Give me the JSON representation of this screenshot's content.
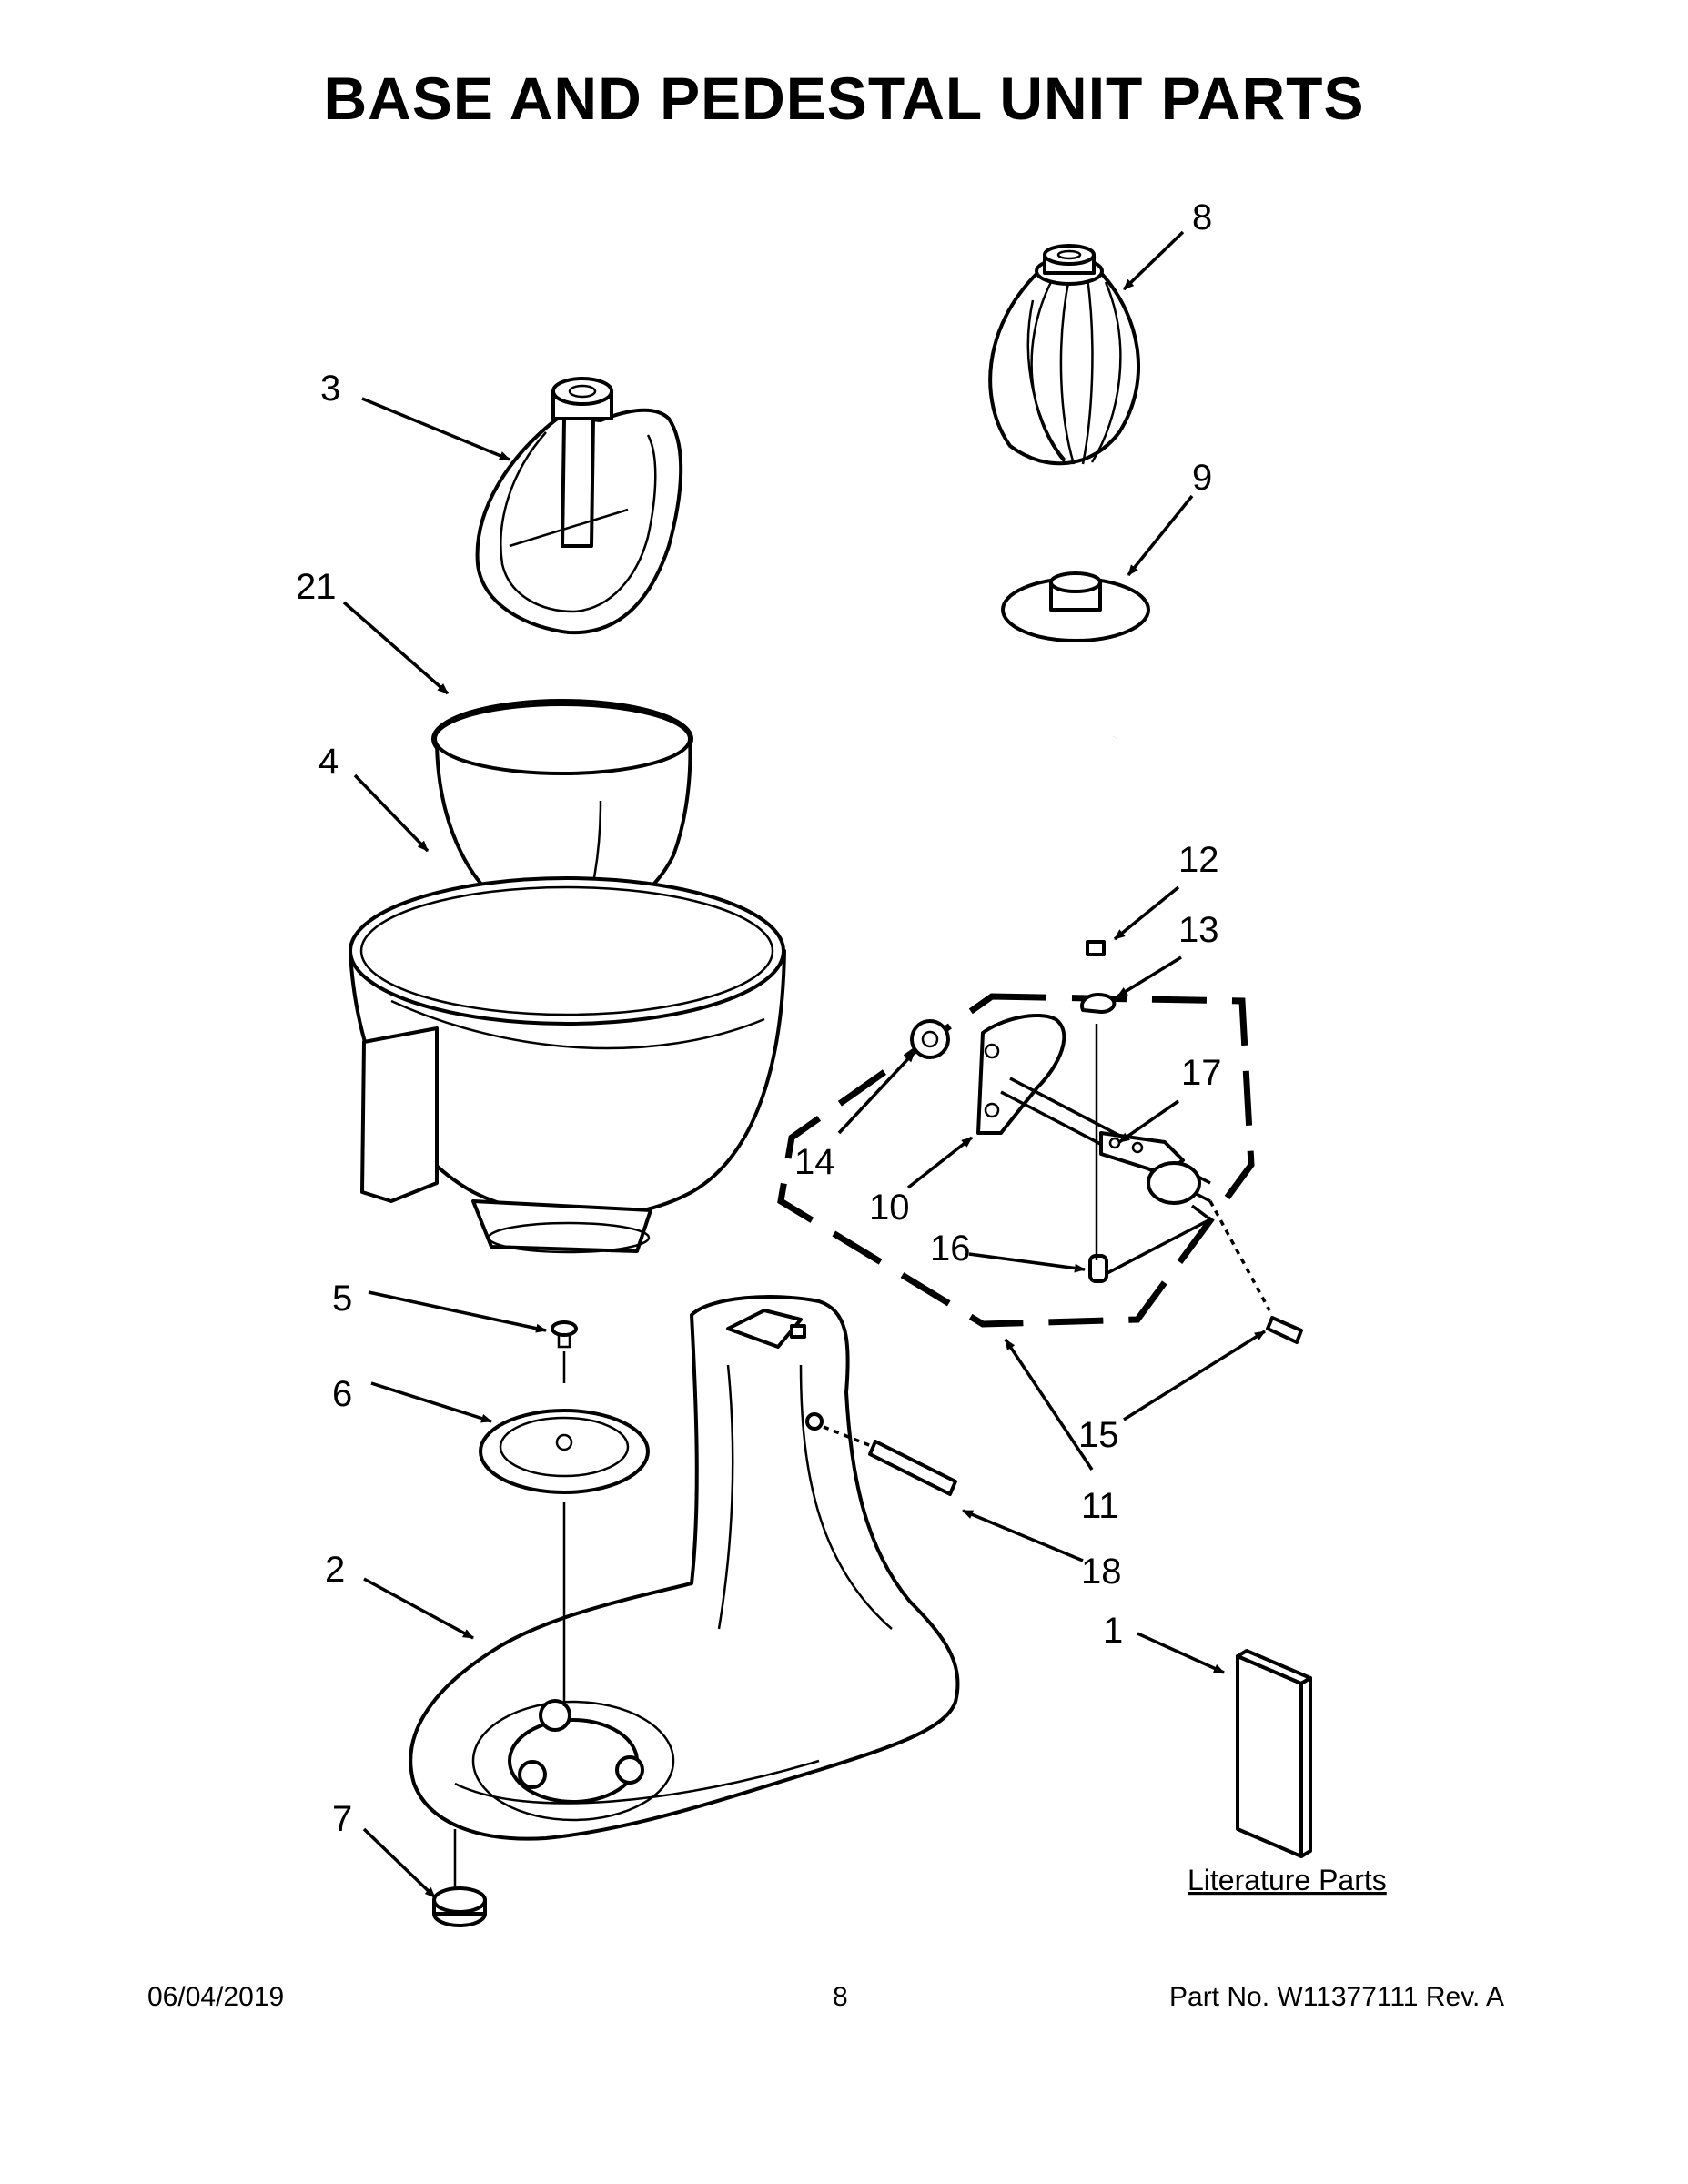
{
  "title": "BASE AND PEDESTAL UNIT PARTS",
  "callouts": {
    "c1": "1",
    "c2": "2",
    "c3": "3",
    "c4": "4",
    "c5": "5",
    "c6": "6",
    "c7": "7",
    "c8": "8",
    "c9": "9",
    "c10": "10",
    "c11": "11",
    "c12": "12",
    "c13": "13",
    "c14": "14",
    "c15": "15",
    "c16": "16",
    "c17": "17",
    "c18": "18",
    "c21": "21"
  },
  "literature_label": "Literature Parts",
  "footer": {
    "date": "06/04/2019",
    "page": "8",
    "part_number": "Part No.  W11377111  Rev.  A"
  }
}
